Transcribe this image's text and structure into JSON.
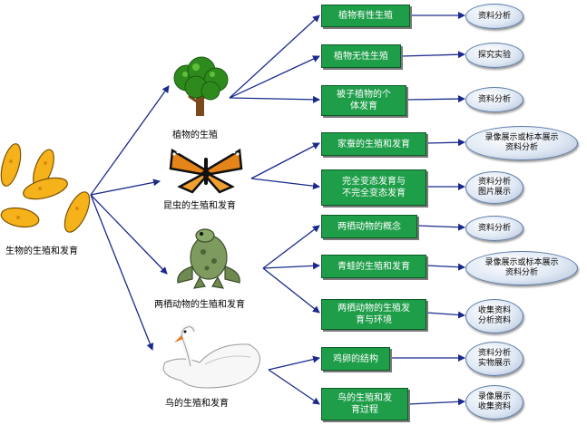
{
  "central": {
    "label": "生物的生殖和发育"
  },
  "branches": [
    {
      "label": "植物的生殖"
    },
    {
      "label": "昆虫的生殖和发育"
    },
    {
      "label": "两栖动物的生殖和发育"
    },
    {
      "label": "鸟的生殖和发育"
    }
  ],
  "topics": [
    {
      "l1": "植物有性生殖",
      "l2": ""
    },
    {
      "l1": "植物无性生殖",
      "l2": ""
    },
    {
      "l1": "被子植物的个",
      "l2": "体发育"
    },
    {
      "l1": "家蚕的生殖和发育",
      "l2": ""
    },
    {
      "l1": "完全变态发育与",
      "l2": "不完全变态发育"
    },
    {
      "l1": "两栖动物的概念",
      "l2": ""
    },
    {
      "l1": "青蛙的生殖和发育",
      "l2": ""
    },
    {
      "l1": "两栖动物的生殖发",
      "l2": "育与环境"
    },
    {
      "l1": "鸡卵的结构",
      "l2": ""
    },
    {
      "l1": "鸟的生殖和发",
      "l2": "育过程"
    }
  ],
  "notes": [
    {
      "l1": "资料分析",
      "l2": ""
    },
    {
      "l1": "探究实验",
      "l2": ""
    },
    {
      "l1": "资料分析",
      "l2": ""
    },
    {
      "l1": "录像展示或标本展示",
      "l2": "资料分析"
    },
    {
      "l1": "资料分析",
      "l2": "图片展示"
    },
    {
      "l1": "资料分析",
      "l2": ""
    },
    {
      "l1": "录像展示或标本展示",
      "l2": "资料分析"
    },
    {
      "l1": "收集资料",
      "l2": "分析资料"
    },
    {
      "l1": "资料分析",
      "l2": "实物展示"
    },
    {
      "l1": "录像展示",
      "l2": "收集资料"
    }
  ],
  "colors": {
    "line": "#1a2a8c",
    "topic": "#1f9e4a",
    "note_border": "#5b7aa8"
  }
}
